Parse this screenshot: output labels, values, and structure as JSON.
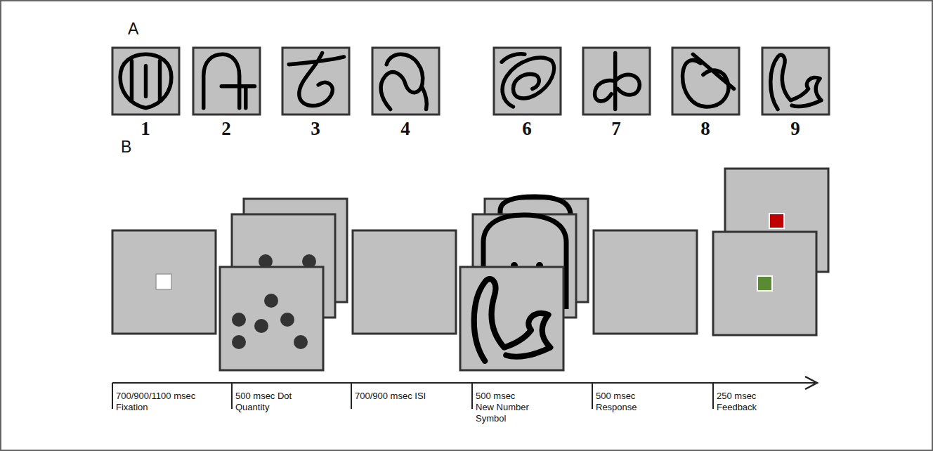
{
  "diagram": {
    "labels": [
      "A",
      "1",
      "2",
      "3",
      "4",
      "6",
      "7",
      "8",
      "9",
      "B",
      "700/900/1100 msec Fixation",
      "500 msec Dot Quantity",
      "700/900 msec ISI",
      "500 msec New Number Symbol",
      "500 msec Response",
      "250 msec Feedback"
    ]
  }
}
